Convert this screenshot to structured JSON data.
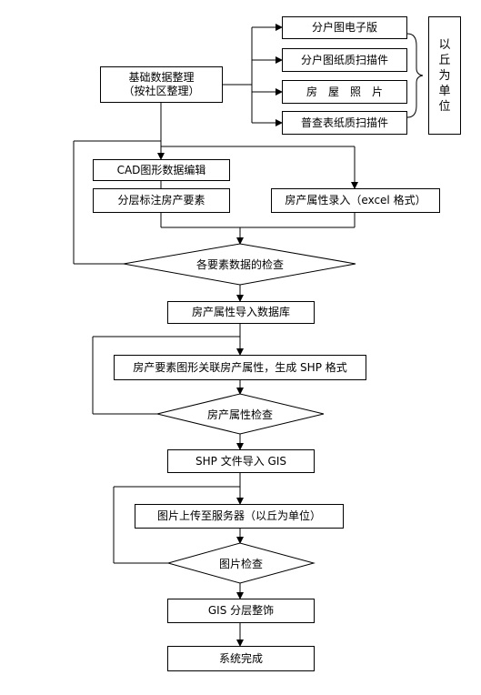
{
  "diagram": {
    "basic_data": {
      "line1": "基础数据整理",
      "line2": "（按社区整理）"
    },
    "outputs": [
      "分户图电子版",
      "分户图纸质扫描件",
      "房　屋　照　片",
      "普查表纸质扫描件"
    ],
    "unit_note": [
      "以",
      "丘",
      "为",
      "单",
      "位"
    ],
    "cad_edit": "CAD图形数据编辑",
    "layer_mark": "分层标注房产要素",
    "attr_entry": "房产属性录入（excel 格式）",
    "check_all": "各要素数据的检查",
    "import_db": "房产属性导入数据库",
    "link_shp": "房产要素图形关联房产属性，生成 SHP 格式",
    "attr_check": "房产属性检查",
    "shp_gis": "SHP 文件导入 GIS",
    "upload_img": "图片上传至服务器（以丘为单位）",
    "img_check": "图片检查",
    "gis_layer": "GIS 分层整饰",
    "done": "系统完成"
  }
}
